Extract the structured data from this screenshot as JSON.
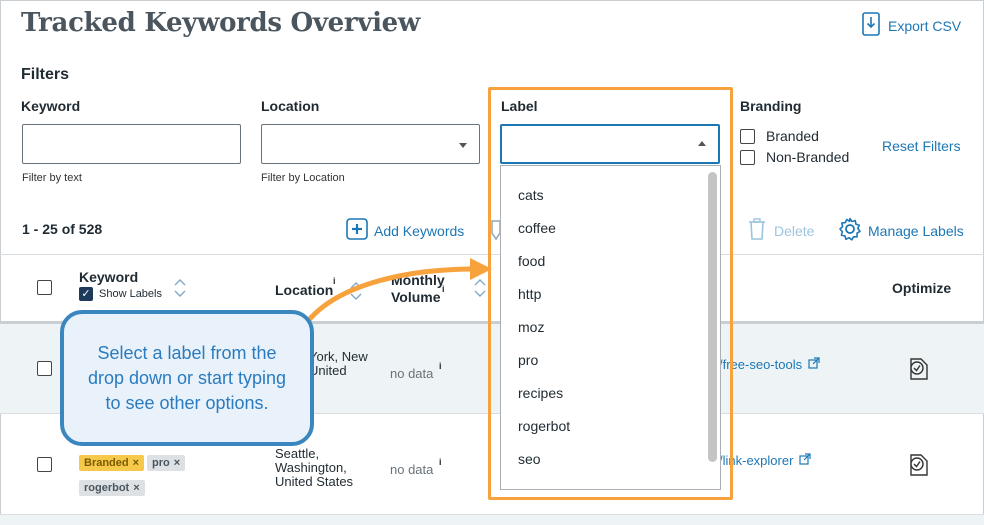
{
  "page": {
    "title": "Tracked Keywords Overview",
    "export_label": "Export CSV"
  },
  "filters": {
    "heading": "Filters",
    "keyword": {
      "label": "Keyword",
      "value": "",
      "hint": "Filter by text"
    },
    "location": {
      "label": "Location",
      "value": "",
      "hint": "Filter by Location"
    },
    "label": {
      "label": "Label",
      "value": ""
    },
    "branding": {
      "label": "Branding",
      "options": [
        "Branded",
        "Non-Branded"
      ]
    },
    "reset_label": "Reset Filters"
  },
  "toolbar": {
    "count": "1 - 25 of 528",
    "add_keywords": "Add Keywords",
    "delete": "Delete",
    "manage_labels": "Manage Labels"
  },
  "table": {
    "headers": {
      "keyword": "Keyword",
      "show_labels": "Show Labels",
      "location": "Location",
      "monthly_volume_1": "Monthly",
      "monthly_volume_2": "Volume",
      "info_mark": "i",
      "optimize": "Optimize"
    },
    "rows": [
      {
        "location_lines": [
          "York, New",
          "United"
        ],
        "volume": "no data",
        "url": "/free-seo-tools",
        "tags": []
      },
      {
        "location_lines": [
          "Seattle,",
          "Washington,",
          "United States"
        ],
        "volume": "no data",
        "url": "/link-explorer",
        "tags": [
          {
            "text": "Branded",
            "x": "×"
          },
          {
            "text": "pro",
            "x": "×"
          },
          {
            "text": "rogerbot",
            "x": "×"
          }
        ]
      }
    ]
  },
  "label_dropdown": {
    "items": [
      "cats",
      "coffee",
      "food",
      "http",
      "moz",
      "pro",
      "recipes",
      "rogerbot",
      "seo"
    ]
  },
  "callout": {
    "text": "Select a label from the drop down or start typing to see other options."
  },
  "colors": {
    "accent_blue": "#1c77b5",
    "highlight_orange": "#f7a23c",
    "callout_border": "#3a87bf",
    "tag_branded_bg": "#f6c94a",
    "tag_grey_bg": "#dde1e4",
    "row_alt_bg": "#eef4f5"
  }
}
